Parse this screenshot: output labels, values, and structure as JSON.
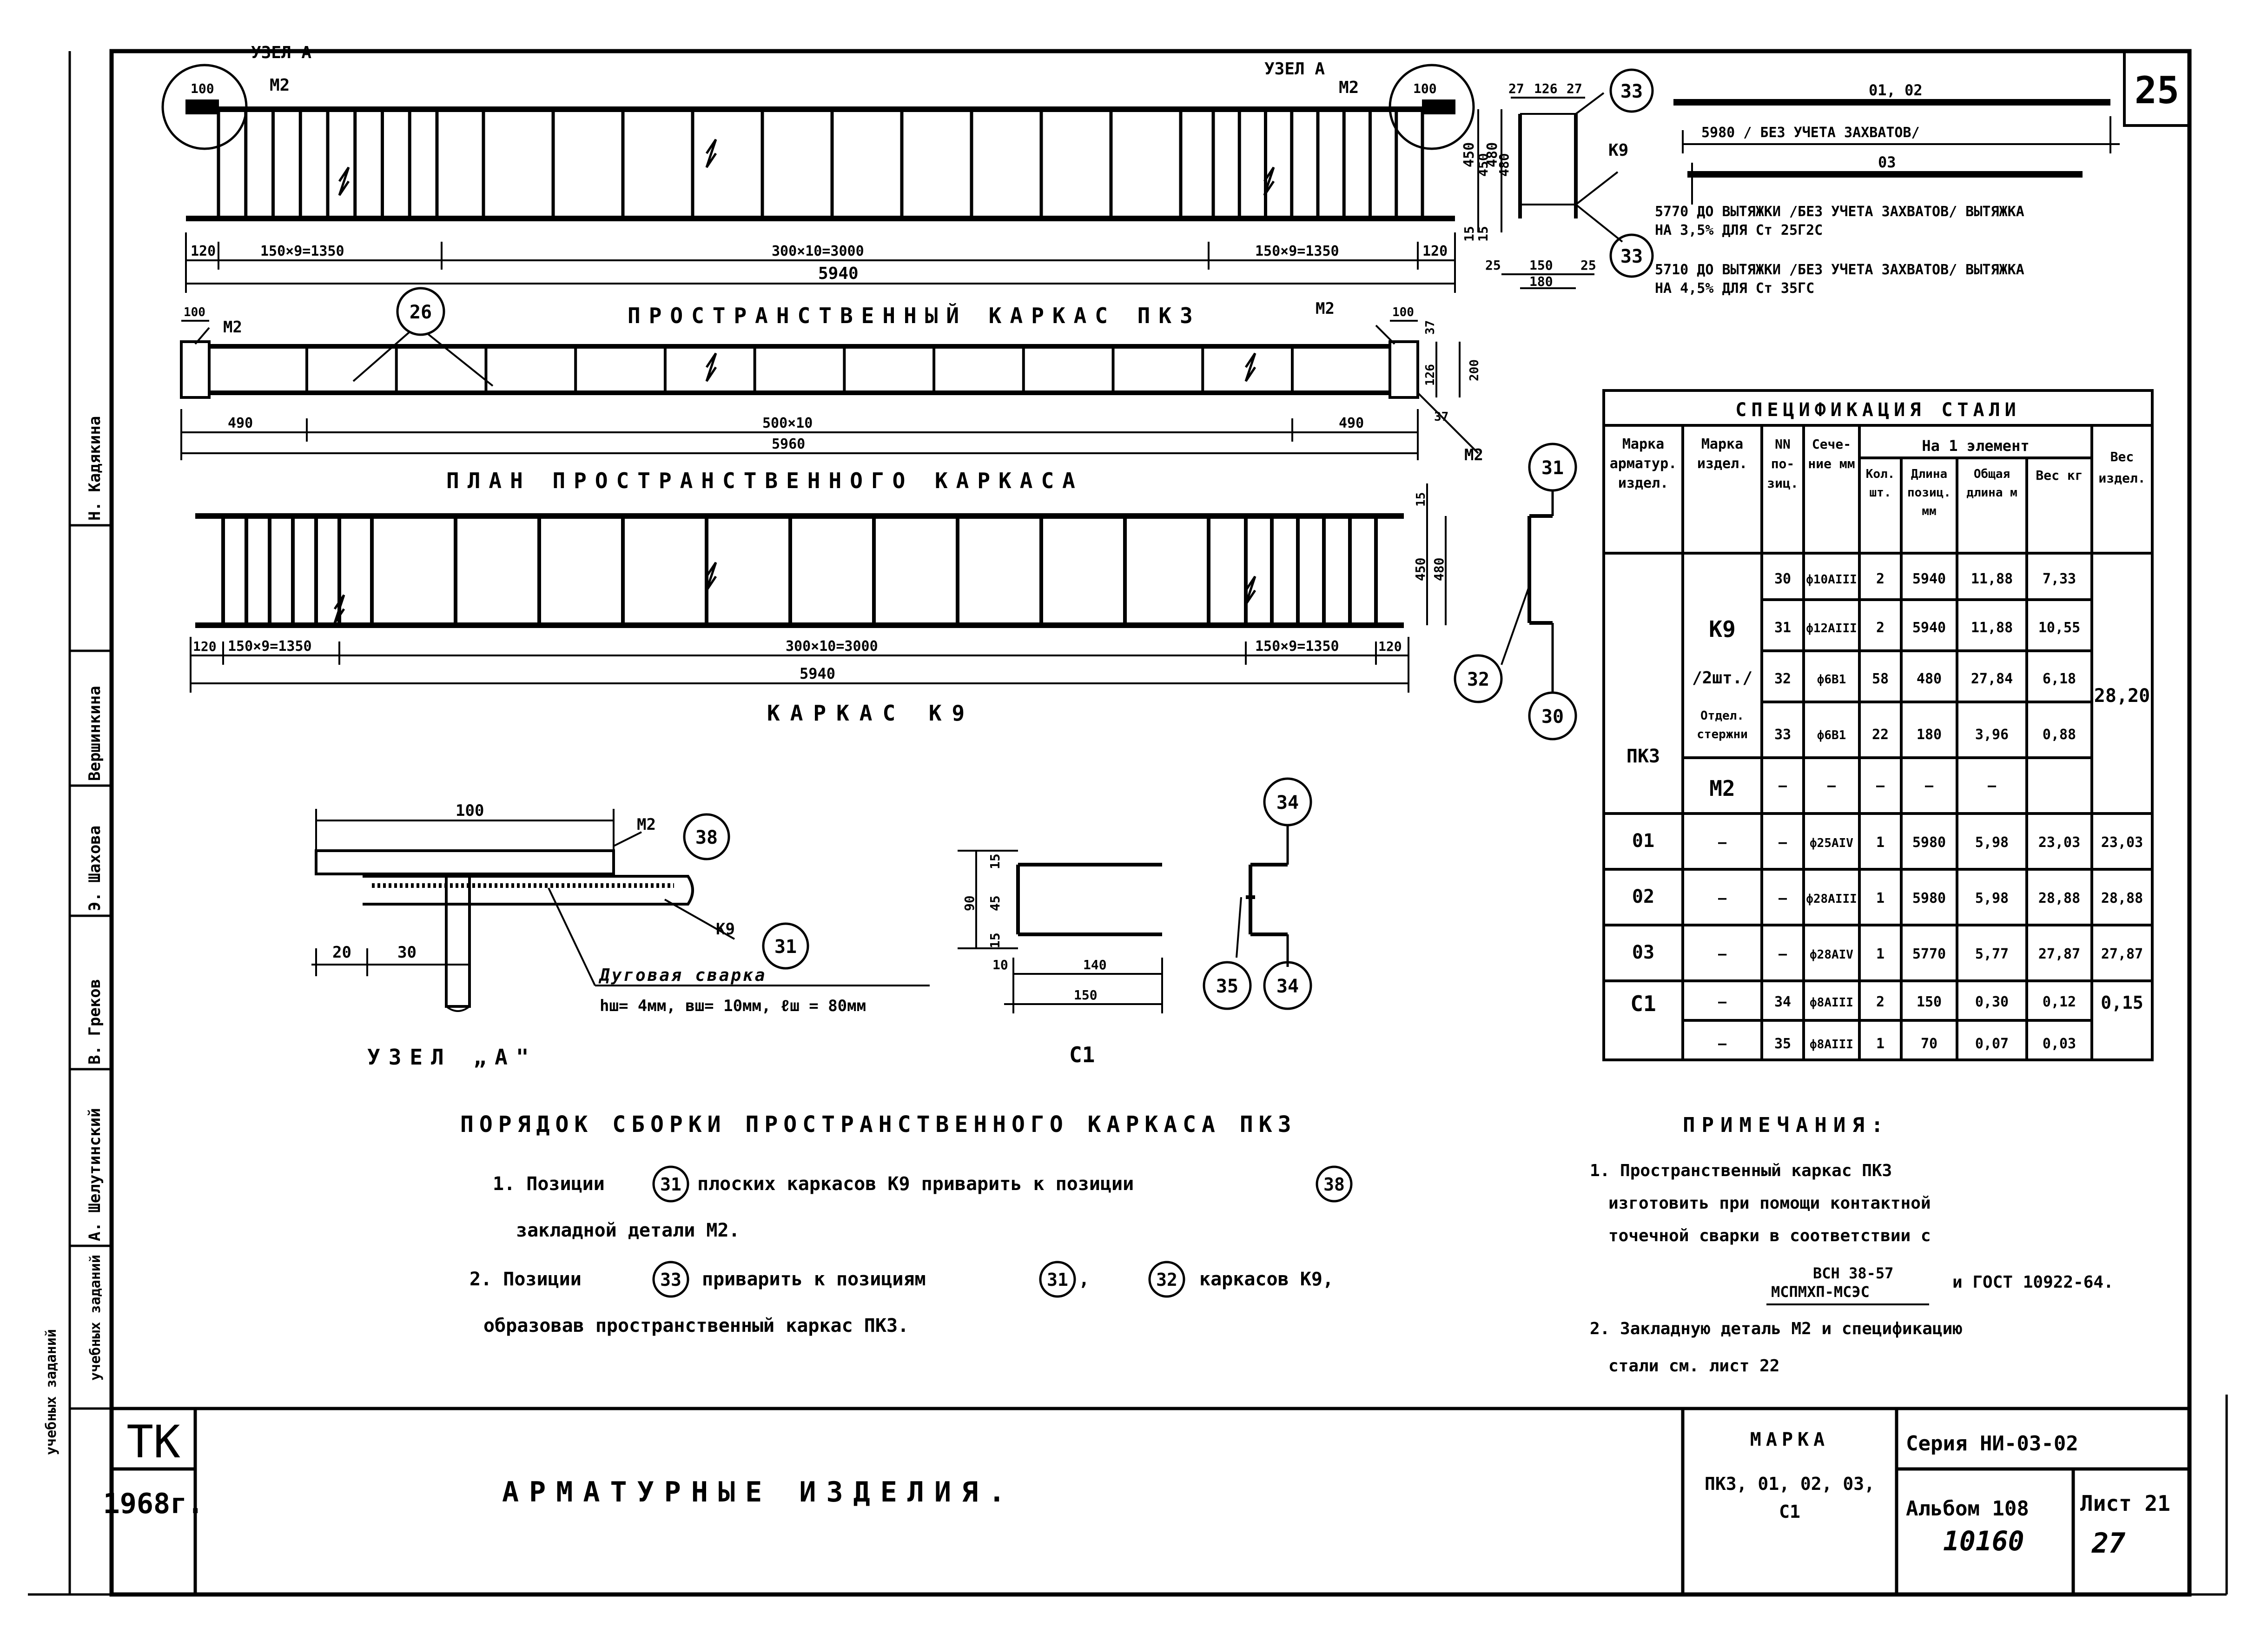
{
  "sheet": {
    "corner_number": "25",
    "handwritten_bottom_left": "10160",
    "handwritten_bottom_right": "27"
  },
  "views": {
    "frame_top": {
      "node_label": "УЗЕЛ А",
      "m2": "M2",
      "dim_100": "100",
      "dim_450": "450",
      "dim_480": "480",
      "dim_15": "15",
      "dim_120": "120",
      "seg_left": "150×9=1350",
      "seg_mid": "300×10=3000",
      "seg_right": "150×9=1350",
      "total": "5940"
    },
    "plan": {
      "title": "ПРОСТРАНСТВЕННЫЙ КАРКАС ПК3",
      "caption": "ПЛАН ПРОСТРАНСТВЕННОГО КАРКАСА",
      "m2": "M2",
      "m2_bottom": "M2",
      "dim_100": "100",
      "dim_490": "490",
      "seg_mid": "500×10",
      "total": "5960",
      "dim_37": "37",
      "dim_126": "126",
      "dim_200": "200",
      "callout_26": "26"
    },
    "frame_k9": {
      "caption": "КАРКАС К9",
      "dim_120": "120",
      "seg_left": "150×9=1350",
      "seg_mid": "300×10=3000",
      "seg_right": "150×9=1350",
      "total": "5940",
      "dim_450": "450",
      "dim_480": "480",
      "dim_15": "15"
    },
    "section": {
      "dim_27": "27",
      "dim_126": "126",
      "dim_25": "25",
      "dim_150": "150",
      "dim_180": "180",
      "dim_450": "450",
      "dim_480": "480",
      "dim_15": "15",
      "k9": "К9",
      "callout_33": "33"
    },
    "bars": {
      "b1b2": "01, 02",
      "b1b2_dim": "5980 / БЕЗ УЧЕТА ЗАХВАТОВ/",
      "b3": "03",
      "note1": "5770 ДО ВЫТЯЖКИ /БЕЗ УЧЕТА ЗАХВАТОВ/ ВЫТЯЖКА",
      "note1b": "НА 3,5% ДЛЯ Ст 25Г2С",
      "note2": "5710 ДО ВЫТЯЖКИ /БЕЗ УЧЕТА ЗАХВАТОВ/ ВЫТЯЖКА",
      "note2b": "НА 4,5% ДЛЯ Ст 35ГС"
    },
    "callouts": {
      "c31": "31",
      "c32": "32",
      "c30": "30",
      "c34": "34",
      "c35": "35"
    },
    "node_a": {
      "dim_100": "100",
      "dim_20": "20",
      "dim_30": "30",
      "m2": "M2",
      "callout_38": "38",
      "k9": "К9",
      "callout_31": "31",
      "weld_title": "Дуговая сварка",
      "weld_params": "hш= 4мм,  вш= 10мм,  ℓш = 80мм",
      "caption": "УЗЕЛ „А\""
    },
    "c1": {
      "caption": "С1",
      "dim_90": "90",
      "dim_45": "45",
      "dim_15": "15",
      "dim_10": "10",
      "dim_140": "140",
      "dim_150": "150"
    }
  },
  "spec_table": {
    "title": "СПЕЦИФИКАЦИЯ СТАЛИ",
    "headers": {
      "marka_arm": "Марка арматур. издел.",
      "marka_izd": "Марка издел.",
      "nn": "NN по- зиц.",
      "sech": "Сече- ние мм",
      "group": "На 1 элемент",
      "kol": "Кол. шт.",
      "dlina_poz": "Длина позиц. мм",
      "obsh": "Общая длина м",
      "ves": "Вес кг",
      "ves_izd": "Вес издел."
    },
    "pk3": "ПК3",
    "k9_label": "К9",
    "k9_sub": "/2шт./",
    "otd": "Отдел. стержни",
    "m2": "М2",
    "dash": "—",
    "total_pk3": "28,20",
    "rows": [
      {
        "poz": "30",
        "sech": "ф10АIII",
        "kol": "2",
        "dl": "5940",
        "obsh": "11,88",
        "ves": "7,33"
      },
      {
        "poz": "31",
        "sech": "ф12АIII",
        "kol": "2",
        "dl": "5940",
        "obsh": "11,88",
        "ves": "10,55"
      },
      {
        "poz": "32",
        "sech": "ф6В1",
        "kol": "58",
        "dl": "480",
        "obsh": "27,84",
        "ves": "6,18"
      },
      {
        "poz": "33",
        "sech": "ф6В1",
        "kol": "22",
        "dl": "180",
        "obsh": "3,96",
        "ves": "0,88"
      }
    ],
    "bars": [
      {
        "mark": "01",
        "sech": "ф25АIV",
        "kol": "1",
        "dl": "5980",
        "obsh": "5,98",
        "ves": "23,03",
        "ves_izd": "23,03"
      },
      {
        "mark": "02",
        "sech": "ф28АIII",
        "kol": "1",
        "dl": "5980",
        "obsh": "5,98",
        "ves": "28,88",
        "ves_izd": "28,88"
      },
      {
        "mark": "03",
        "sech": "ф28АIV",
        "kol": "1",
        "dl": "5770",
        "obsh": "5,77",
        "ves": "27,87",
        "ves_izd": "27,87"
      }
    ],
    "c1_mark": "С1",
    "c1_rows": [
      {
        "poz": "34",
        "sech": "ф8АIII",
        "kol": "2",
        "dl": "150",
        "obsh": "0,30",
        "ves": "0,12"
      },
      {
        "poz": "35",
        "sech": "ф8АIII",
        "kol": "1",
        "dl": "70",
        "obsh": "0,07",
        "ves": "0,03"
      }
    ],
    "c1_total": "0,15"
  },
  "assembly": {
    "title": "ПОРЯДОК СБОРКИ ПРОСТРАНСТВЕННОГО КАРКАСА ПК3",
    "s1_a": "1. Позиции",
    "s1_c31": "31",
    "s1_b": "плоских каркасов К9 приварить к позиции",
    "s1_c38": "38",
    "s1_c": "закладной детали М2.",
    "s2_a": "2. Позиции",
    "s2_c33": "33",
    "s2_b": "приварить к позициям",
    "s2_c31": "31",
    "s2_comma": ",",
    "s2_c32": "32",
    "s2_c": "каркасов К9,",
    "s2_d": "образовав пространственный каркас ПК3."
  },
  "notes": {
    "title": "ПРИМЕЧАНИЯ:",
    "n1_a": "1. Пространственный каркас ПК3",
    "n1_b": "изготовить при помощи контактной",
    "n1_c": "точечной сварки в соответствии с",
    "n1_frac_top": "ВСН 38-57",
    "n1_frac_bot": "МСПМХП-МСЭС",
    "n1_gost": "и ГОСТ 10922-64.",
    "n2_a": "2. Закладную деталь М2 и спецификацию",
    "n2_b": "стали см. лист 22"
  },
  "side_stamp": {
    "names": [
      "Н. Кадякина",
      "Вершинкина",
      "Э. Шахова",
      "В. Греков",
      "А. Шелутинский"
    ],
    "extra": "учебных заданий"
  },
  "title_block": {
    "tk": "ТК",
    "year": "1968г.",
    "title": "АРМАТУРНЫЕ ИЗДЕЛИЯ.",
    "marka_label": "МАРКА",
    "marka_values": "ПК3, 01, 02, 03,",
    "marka_values2": "С1",
    "series": "Серия НИ-03-02",
    "album": "Альбом 108",
    "sheet": "Лист 21"
  }
}
